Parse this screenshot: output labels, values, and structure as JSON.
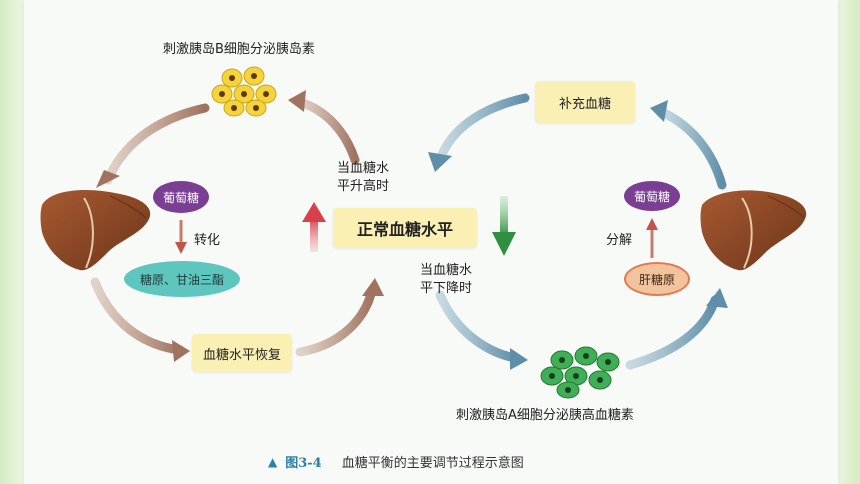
{
  "labels": {
    "stimulate_b": "刺激胰岛B细胞分泌胰岛素",
    "stimulate_a": "刺激胰岛A细胞分泌胰高血糖素",
    "rise": "当血糖水\n平升高时",
    "fall": "当血糖水\n平下降时",
    "convert": "转化",
    "decompose": "分解"
  },
  "boxes": {
    "center": "正常血糖水平",
    "supplement": "补充血糖",
    "recover": "血糖水平恢复"
  },
  "pills": {
    "glucose_left": "葡萄糖",
    "glycogen_fat": "糖原、甘油三酯",
    "glucose_right": "葡萄糖",
    "liver_glycogen": "肝糖原"
  },
  "caption": {
    "marker": "▲",
    "figure": "图3-4",
    "text": "血糖平衡的主要调节过程示意图"
  },
  "colors": {
    "brown_arrow": "#a9806a",
    "blue_arrow": "#6f9db5",
    "box_fill": "#fbf0b4",
    "purple_pill": "#7a3f93",
    "teal_pill": "#5ec6bf",
    "red_arrow": "#d9404a",
    "green_arrow": "#3a9a4a",
    "liver": "#8a4a28",
    "yellow_cell": "#f6d33a",
    "green_cell": "#3fae56"
  }
}
